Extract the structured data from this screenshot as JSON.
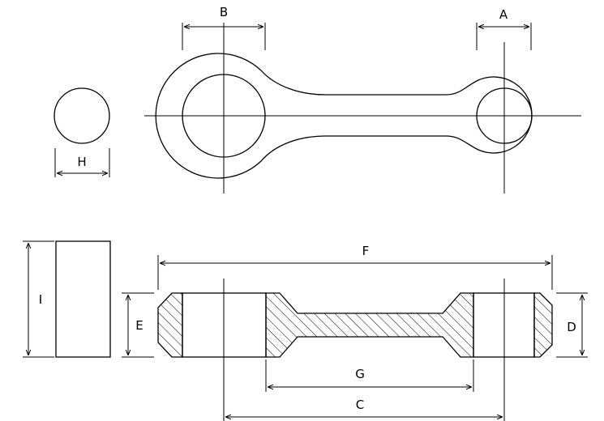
{
  "diagram": {
    "labels": {
      "A": "A",
      "B": "B",
      "C": "C",
      "D": "D",
      "E": "E",
      "F": "F",
      "G": "G",
      "H": "H",
      "I": "I"
    },
    "colors": {
      "line": "#000000",
      "background": "#ffffff"
    }
  }
}
